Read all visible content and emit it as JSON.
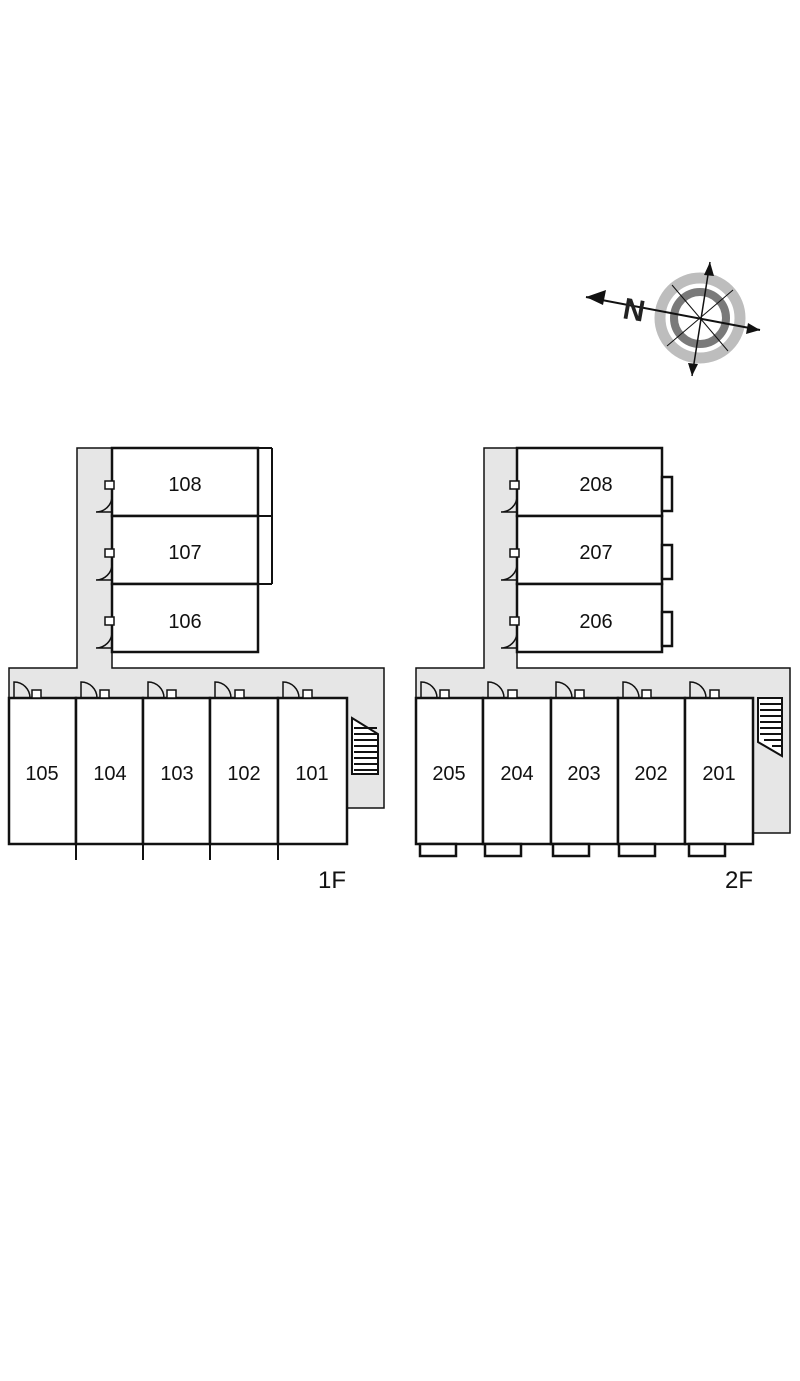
{
  "colors": {
    "corridor": "#e6e6e6",
    "wall": "#111111",
    "background": "#ffffff",
    "compass_outer": "#bdbdbd",
    "compass_inner": "#7a7a7a"
  },
  "compass": {
    "letter": "N",
    "icon": "north-compass-icon"
  },
  "floors": [
    {
      "label": "1F",
      "units_top": [
        "108",
        "107",
        "106"
      ],
      "units_bottom": [
        "105",
        "104",
        "103",
        "102",
        "101"
      ]
    },
    {
      "label": "2F",
      "units_top": [
        "208",
        "207",
        "206"
      ],
      "units_bottom": [
        "205",
        "204",
        "203",
        "202",
        "201"
      ]
    }
  ]
}
